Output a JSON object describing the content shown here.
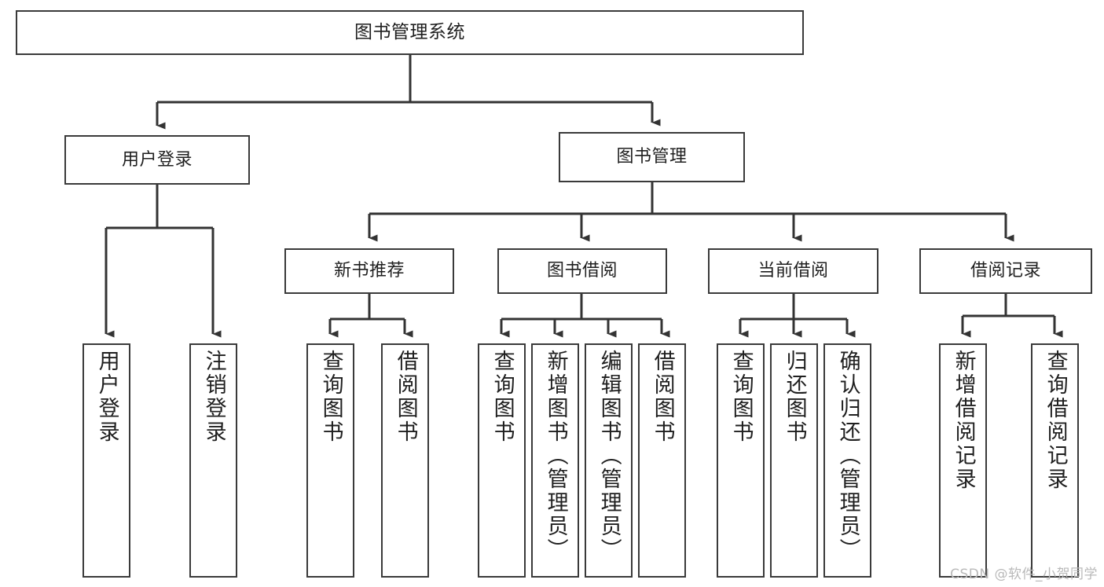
{
  "diagram": {
    "title": "图书管理系统",
    "type": "tree-hierarchy",
    "watermark": "CSDN @软件_小贺同学",
    "colors": {
      "background": "#ffffff",
      "box_border": "#3a3a3a",
      "box_fill": "#ffffff",
      "connector": "#333333",
      "text": "#1f1f1f",
      "watermark": "#b9b9b9"
    }
  },
  "root": {
    "label": "图书管理系统"
  },
  "level2": [
    {
      "label": "用户登录"
    },
    {
      "label": "图书管理"
    }
  ],
  "level3": [
    {
      "label": "新书推荐"
    },
    {
      "label": "图书借阅"
    },
    {
      "label": "当前借阅"
    },
    {
      "label": "借阅记录"
    }
  ],
  "leaves": {
    "user_login": [
      {
        "label": "用户登录"
      },
      {
        "label": "注销登录"
      }
    ],
    "new_book_recommend": [
      {
        "label": "查询图书"
      },
      {
        "label": "借阅图书"
      }
    ],
    "book_borrow": [
      {
        "label": "查询图书"
      },
      {
        "label": "新增图书（管理员）"
      },
      {
        "label": "编辑图书（管理员）"
      },
      {
        "label": "借阅图书"
      }
    ],
    "current_borrow": [
      {
        "label": "查询图书"
      },
      {
        "label": "归还图书"
      },
      {
        "label": "确认归还（管理员）"
      }
    ],
    "borrow_record": [
      {
        "label": "新增借阅记录"
      },
      {
        "label": "查询借阅记录"
      }
    ]
  }
}
